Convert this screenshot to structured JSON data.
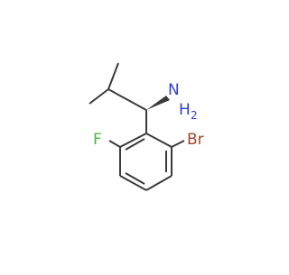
{
  "molecule": {
    "atom_labels": {
      "amine_n": "N",
      "amine_h2": "H",
      "amine_h2_sub": "2",
      "fluorine": "F",
      "bromine": "Br"
    },
    "colors": {
      "bond": "#3a3a3a",
      "nitrogen": "#2f3fd0",
      "fluorine": "#4eb548",
      "bromine": "#a3452a"
    }
  }
}
